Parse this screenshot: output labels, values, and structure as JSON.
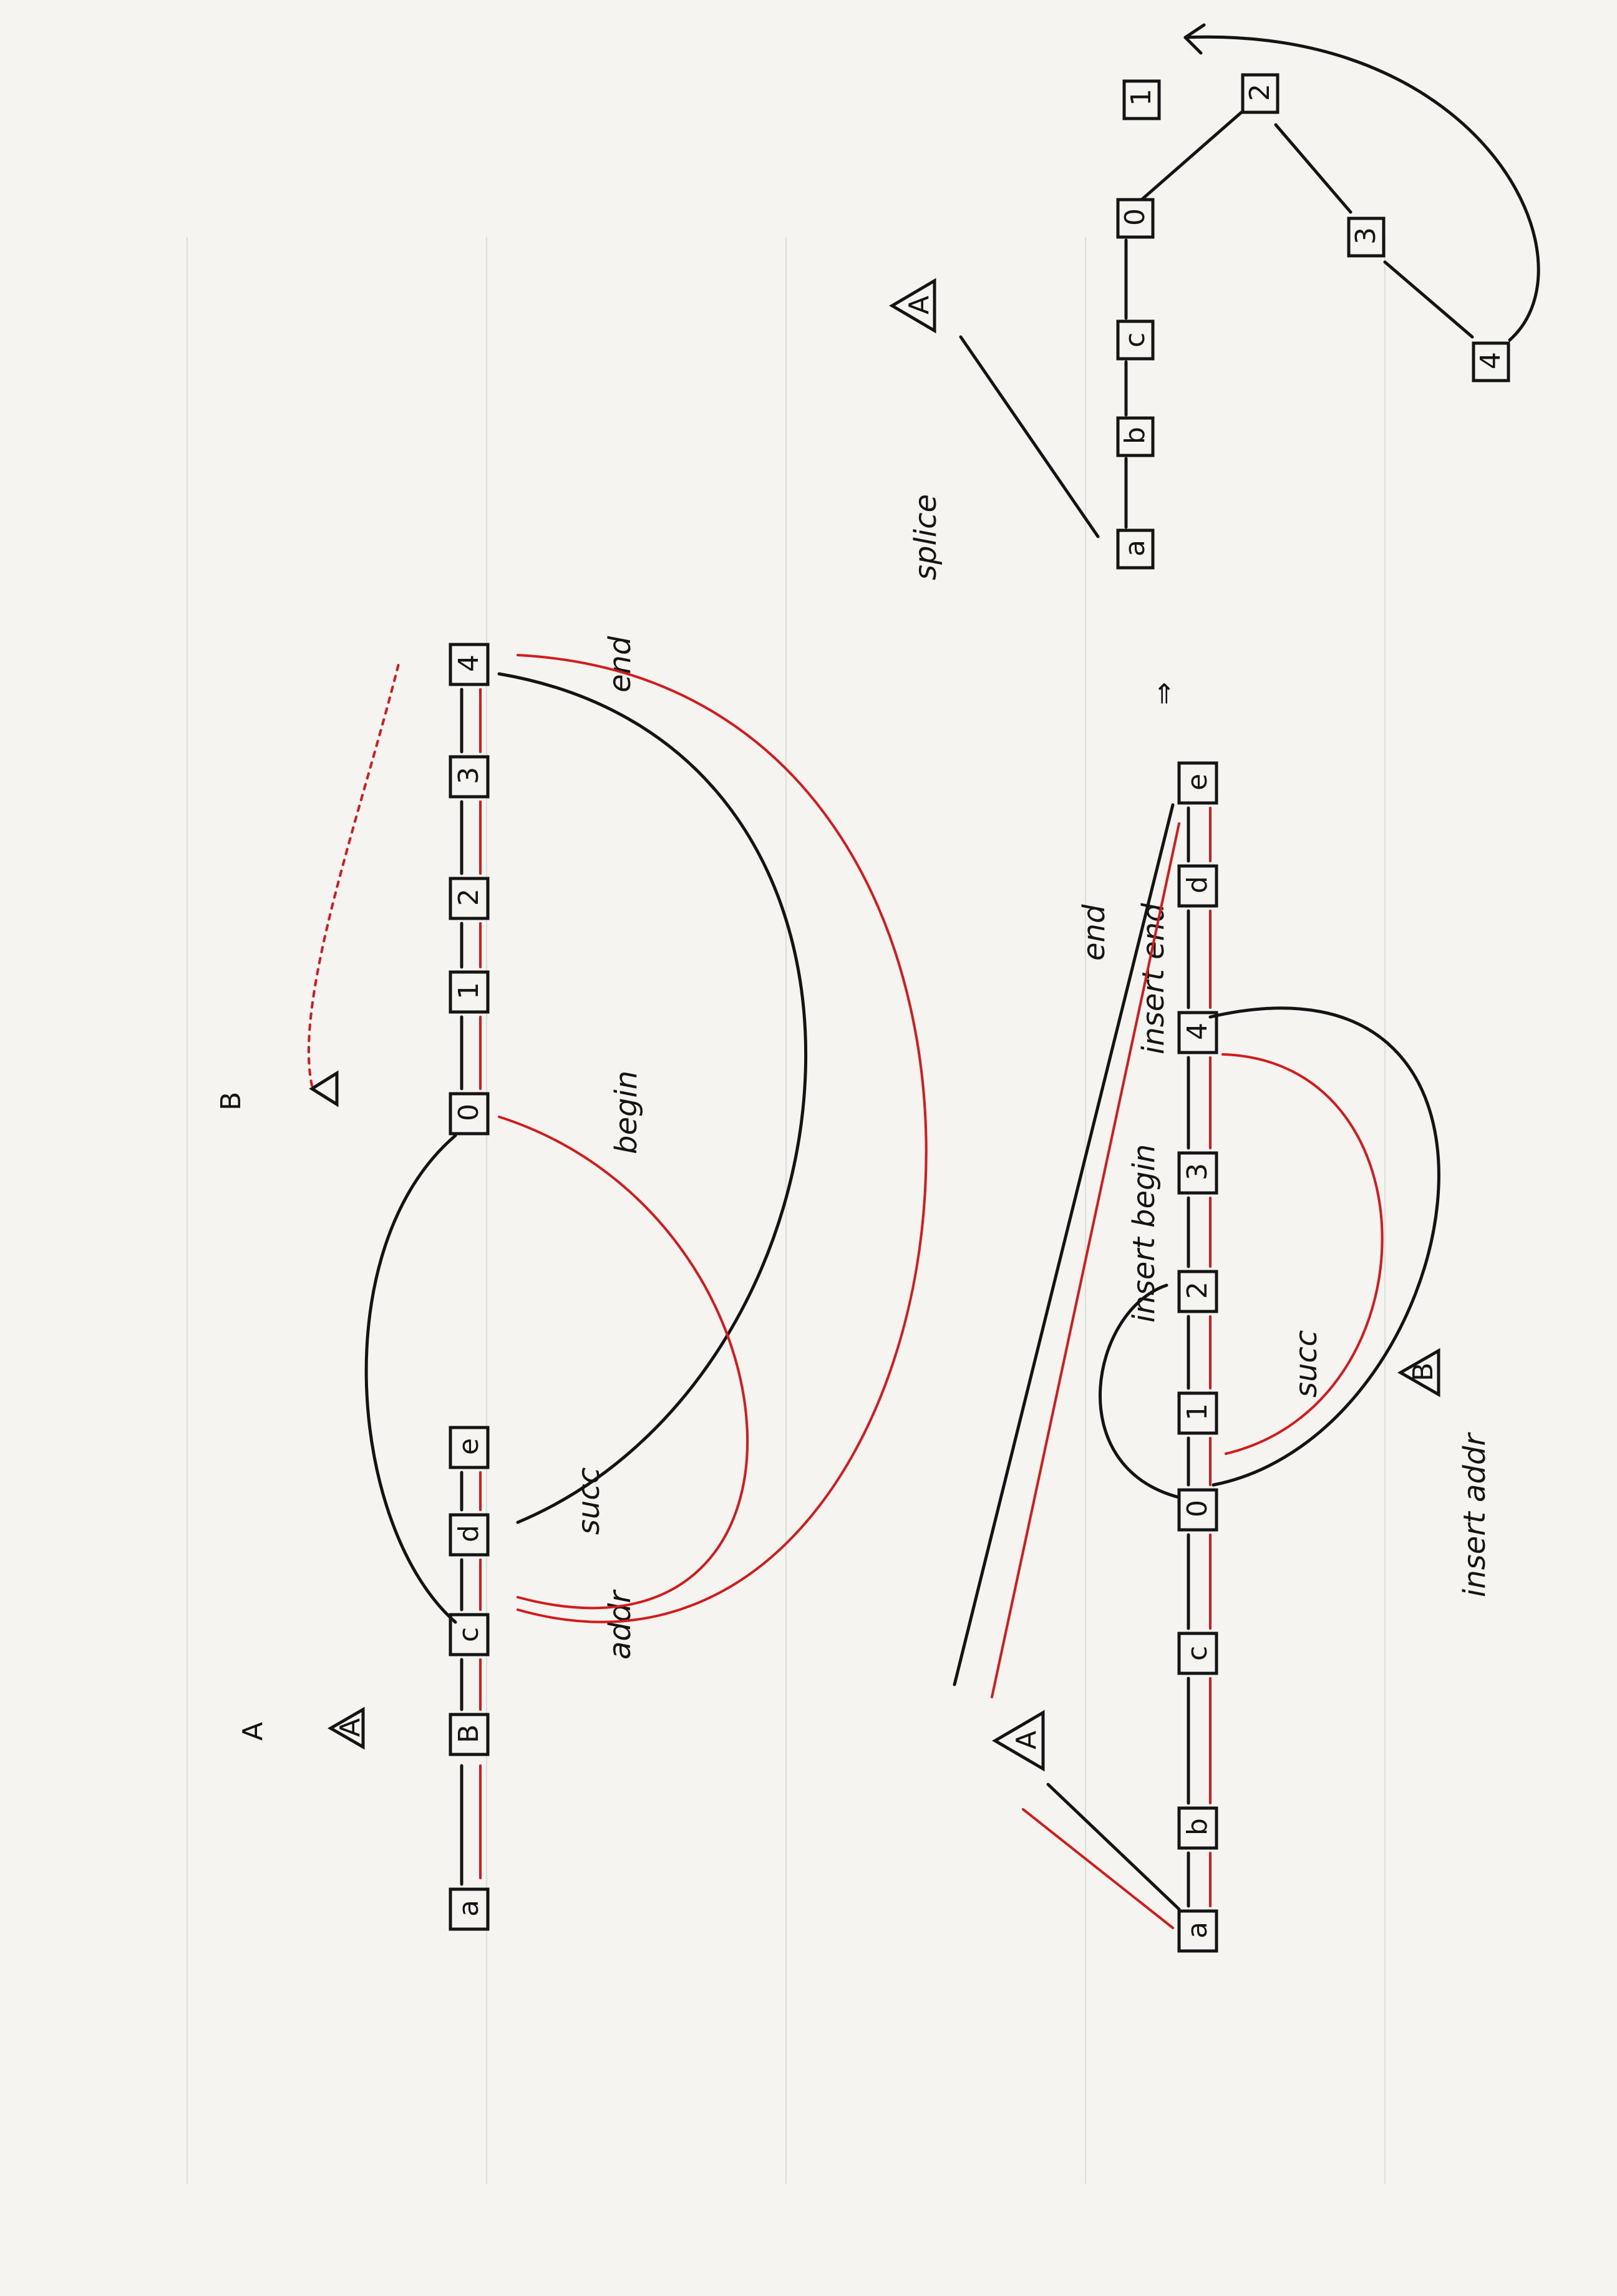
{
  "colors": {
    "paper": "#f5f4f1",
    "ink": "#141414",
    "red_pen": "#d21c1c",
    "rule": "#dcdcd8"
  },
  "diagram_top": {
    "label_A": "A",
    "label_B": "B",
    "list_a_nodes": [
      "a",
      "B",
      "c",
      "d",
      "e"
    ],
    "list_b_nodes": [
      "0",
      "1",
      "2",
      "3",
      "4"
    ],
    "triangle_a": "A",
    "pointer_addr": "addr",
    "pointer_succ": "succ",
    "pointer_begin": "begin",
    "pointer_end": "end"
  },
  "diagram_bottom": {
    "nodes": [
      "a",
      "b",
      "c",
      "0",
      "1",
      "2",
      "3",
      "4",
      "d",
      "e"
    ],
    "triangle_a": "A",
    "triangle_b": "B",
    "arrow_symbol": "⇒",
    "pointer_end": "end",
    "pointer_insert_begin": "insert begin",
    "pointer_insert_end": "insert end",
    "pointer_succ": "succ",
    "pointer_insert_addr": "insert addr"
  },
  "diagram_splice": {
    "title": "splice",
    "triangle_a": "A",
    "list_nodes": [
      "a",
      "b",
      "c",
      "0"
    ],
    "loop_nodes": [
      "1",
      "2",
      "3",
      "4"
    ]
  }
}
